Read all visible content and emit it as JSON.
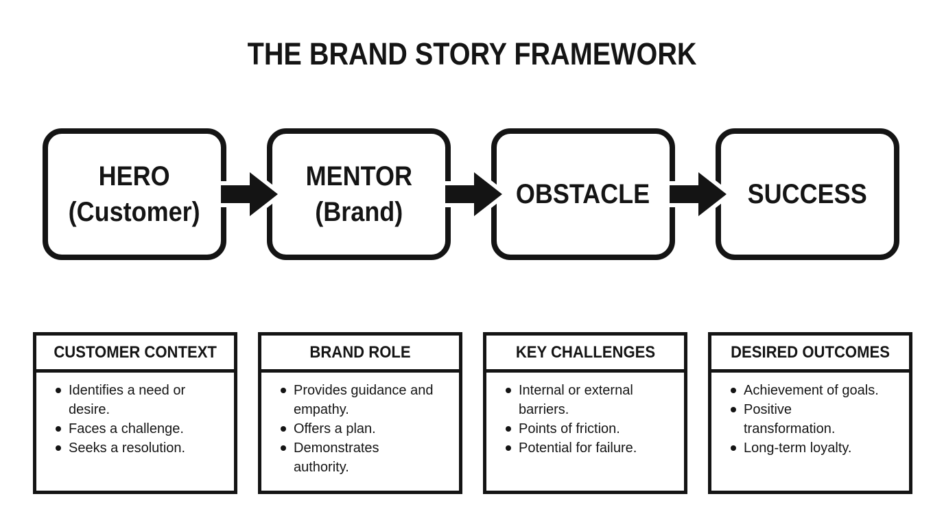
{
  "title": "THE BRAND STORY FRAMEWORK",
  "flow": {
    "boxes": [
      {
        "label": "HERO\n(Customer)"
      },
      {
        "label": "MENTOR\n(Brand)"
      },
      {
        "label": "OBSTACLE"
      },
      {
        "label": "SUCCESS"
      }
    ],
    "connector_icon": "arrow-right"
  },
  "cards": [
    {
      "title": "CUSTOMER CONTEXT",
      "items": [
        "Identifies a need or\ndesire.",
        "Faces a challenge.",
        "Seeks a resolution."
      ]
    },
    {
      "title": "BRAND ROLE",
      "items": [
        "Provides guidance and\nempathy.",
        "Offers a plan.",
        "Demonstrates\nauthority."
      ]
    },
    {
      "title": "KEY CHALLENGES",
      "items": [
        "Internal or external\nbarriers.",
        "Points of friction.",
        "Potential for failure."
      ]
    },
    {
      "title": "DESIRED OUTCOMES",
      "items": [
        "Achievement of goals.",
        "Positive\ntransformation.",
        "Long-term loyalty."
      ]
    }
  ],
  "colors": {
    "ink": "#141414",
    "background": "#ffffff"
  }
}
